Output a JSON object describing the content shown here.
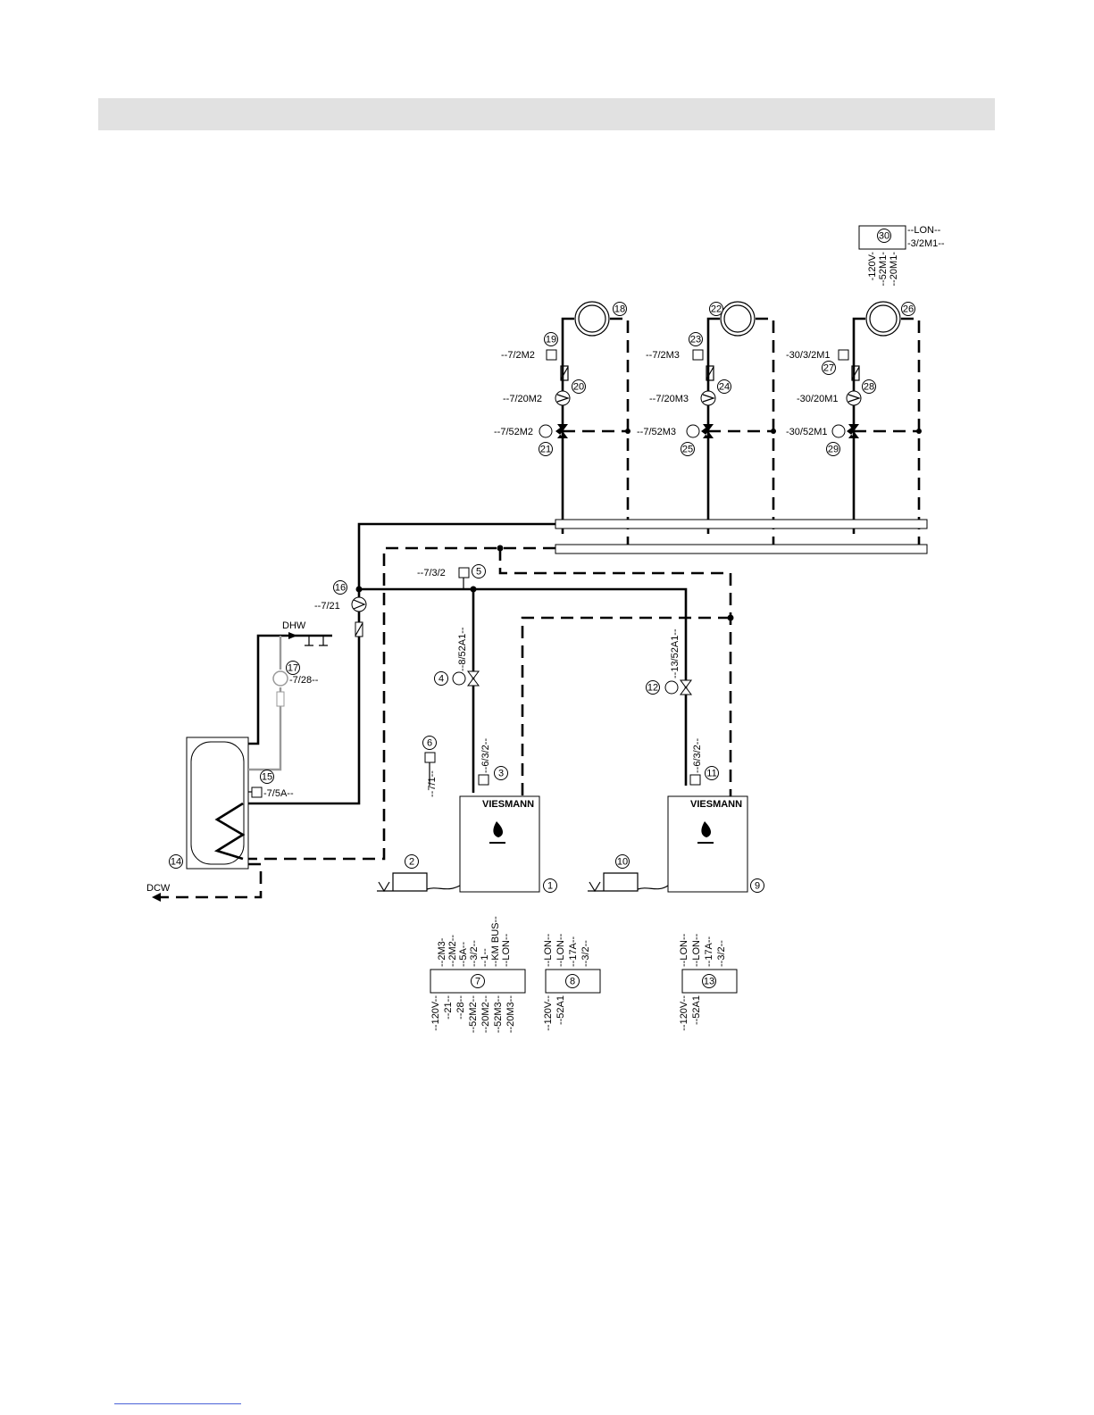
{
  "components": {
    "c1": "1",
    "c2": "2",
    "c3": "3",
    "c4": "4",
    "c5": "5",
    "c6": "6",
    "c7": "7",
    "c8": "8",
    "c9": "9",
    "c10": "10",
    "c11": "11",
    "c12": "12",
    "c13": "13",
    "c14": "14",
    "c15": "15",
    "c16": "16",
    "c17": "17",
    "c18": "18",
    "c19": "19",
    "c20": "20",
    "c21": "21",
    "c22": "22",
    "c23": "23",
    "c24": "24",
    "c25": "25",
    "c26": "26",
    "c27": "27",
    "c28": "28",
    "c29": "29",
    "c30": "30"
  },
  "labels": {
    "dhw": "DHW",
    "dcw": "DCW",
    "boiler_brand": "VIESMANN",
    "l_7_2m2": "--7/2M2",
    "l_7_20m2": "--7/20M2",
    "l_7_52m2": "--7/52M2",
    "l_7_2m3": "--7/2M3",
    "l_7_20m3": "--7/20M3",
    "l_7_52m3": "--7/52M3",
    "l_30_3_2m1": "-30/3/2M1",
    "l_30_20m1": "-30/20M1",
    "l_30_52m1": "-30/52M1",
    "l_7_3_2": "--7/3/2",
    "l_7_21": "--7/21",
    "l_7_28": "-7/28--",
    "l_7_5a": "-7/5A--",
    "l_7_1": "--7/1--",
    "l_8_52a1": "--8/52A1--",
    "l_13_52a1": "--13/52A1--",
    "l_6_3_2_a": "--6/3/2--",
    "l_6_3_2_b": "--6/3/2--",
    "l_lon_30": "--LON--",
    "l_3_2m1": "-3/2M1--"
  },
  "module30": {
    "bottom": [
      "-120V-",
      "--52M1-",
      "--20M1-"
    ]
  },
  "module7": {
    "top": [
      "--2M3-",
      "--2M2--",
      "--5A--",
      "--3/2--",
      "--1--",
      "--KM BUS--",
      "--LON--"
    ],
    "bottom": [
      "--120V--",
      "--21--",
      "--28--",
      "--52M2--",
      "--20M2--",
      "--52M3--",
      "--20M3--"
    ]
  },
  "module8": {
    "top": [
      "--LON--",
      "--LON--",
      "--17A--",
      "--3/2--"
    ],
    "bottom": [
      "--120V--",
      "--52A1"
    ]
  },
  "module13": {
    "top": [
      "--LON--",
      "--LON--",
      "--17A--",
      "--3/2--"
    ],
    "bottom": [
      "--120V--",
      "--52A1"
    ]
  }
}
